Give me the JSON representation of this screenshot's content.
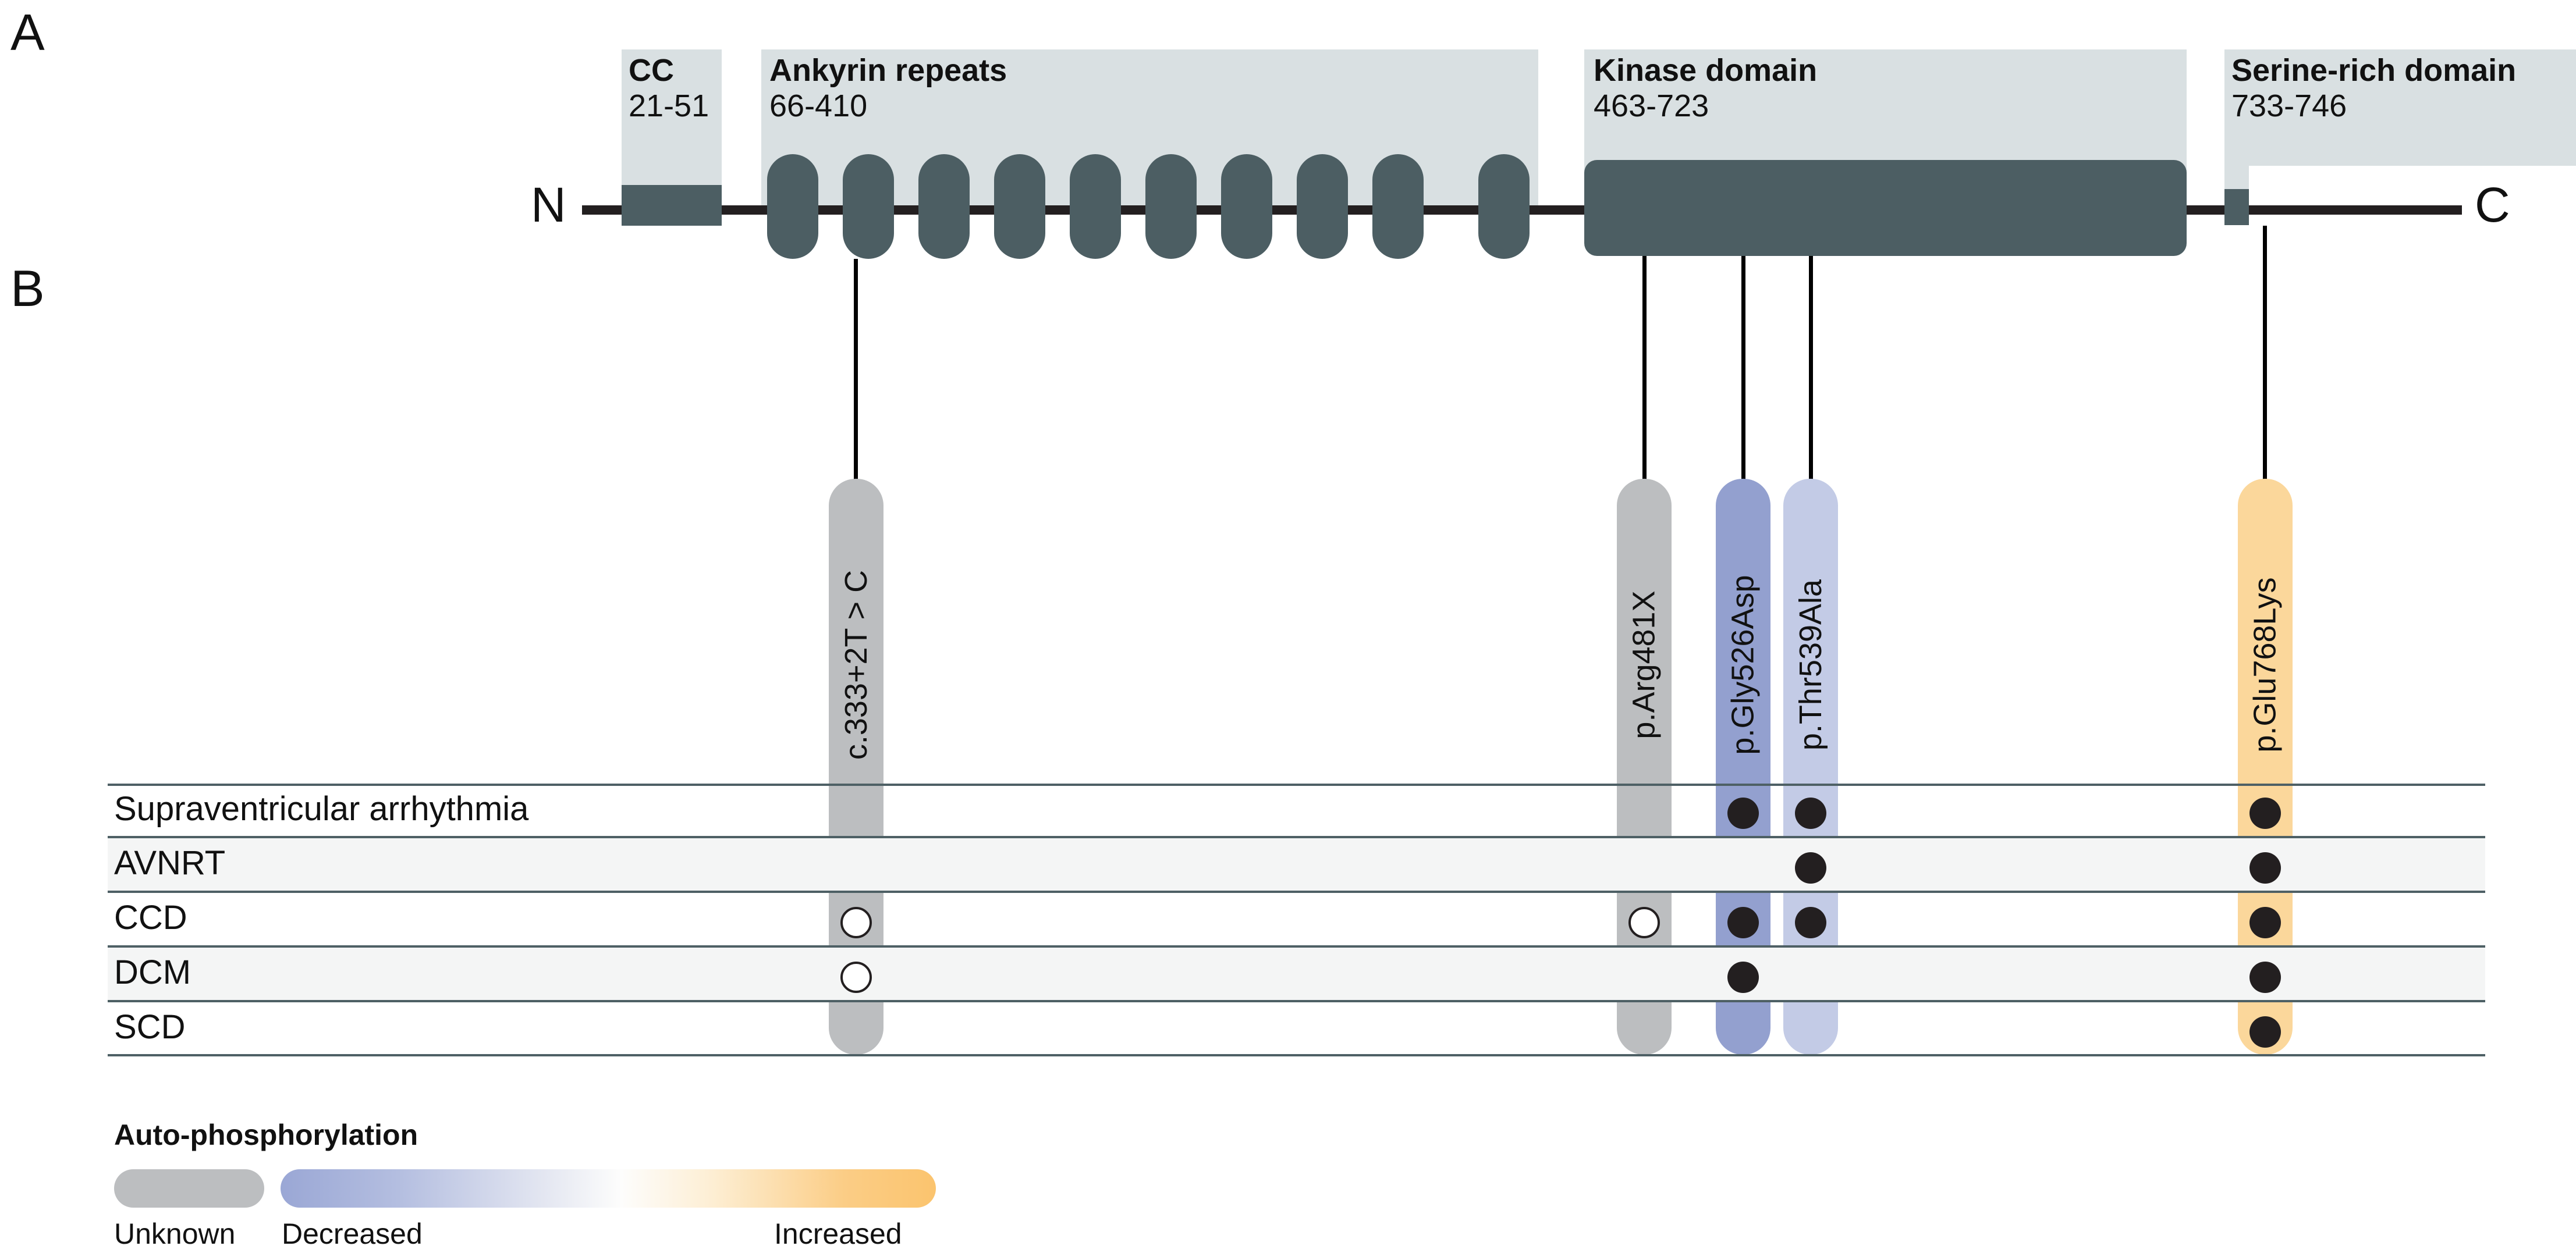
{
  "panels": [
    {
      "id": "A",
      "label": "A"
    },
    {
      "id": "B",
      "label": "B"
    }
  ],
  "protein": {
    "n_terminus_label": "N",
    "c_terminus_label": "C",
    "domains": [
      {
        "name": "CC",
        "range": "21-51"
      },
      {
        "name": "Ankyrin repeats",
        "range": "66-410"
      },
      {
        "name": "Kinase domain",
        "range": "463-723"
      },
      {
        "name": "Serine-rich domain",
        "range": "733-746"
      }
    ],
    "ankyrin_repeat_count": 10,
    "colors": {
      "domain_header_bg": "#d9e0e2",
      "feature_fill": "#4c5e63",
      "backbone": "#231f20"
    }
  },
  "variants": [
    {
      "label": "c.333+2T > C",
      "phospho": "Unknown",
      "color": "#bcbec0"
    },
    {
      "label": "p.Arg481X",
      "phospho": "Unknown",
      "color": "#bcbec0"
    },
    {
      "label": "p.Gly526Asp",
      "phospho": "Decreased",
      "color": "#93a0cf"
    },
    {
      "label": "p.Thr539Ala",
      "phospho": "Decreased",
      "color": "#c3cbe6"
    },
    {
      "label": "p.Glu768Lys",
      "phospho": "Increased",
      "color": "#fbd79b"
    }
  ],
  "phenotype_table": {
    "rows": [
      {
        "label": "Supraventricular arrhythmia",
        "marks": [
          "",
          "",
          "filled",
          "filled",
          "filled"
        ]
      },
      {
        "label": "AVNRT",
        "marks": [
          "",
          "",
          "",
          "filled",
          "filled"
        ]
      },
      {
        "label": "CCD",
        "marks": [
          "open",
          "open",
          "filled",
          "filled",
          "filled"
        ]
      },
      {
        "label": "DCM",
        "marks": [
          "open",
          "",
          "filled",
          "",
          "filled"
        ]
      },
      {
        "label": "SCD",
        "marks": [
          "",
          "",
          "",
          "",
          "filled"
        ]
      }
    ]
  },
  "legend": {
    "title": "Auto-phosphorylation",
    "unknown_label": "Unknown",
    "decreased_label": "Decreased",
    "increased_label": "Increased",
    "colors": {
      "unknown": "#bcbec0",
      "decreased": "#9aa7d5",
      "increased": "#fbc46e"
    }
  }
}
